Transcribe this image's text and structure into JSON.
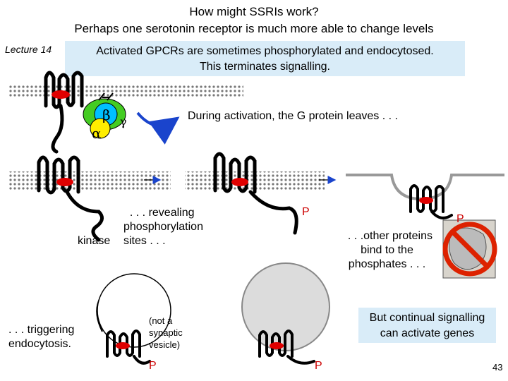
{
  "title_line1": "How might SSRIs work?",
  "title_line2": "Perhaps one serotonin receptor is much more able to change levels",
  "lecture": "Lecture 14",
  "banner_line1": "Activated GPCRs are sometimes phosphorylated and endocytosed.",
  "banner_line2": "This terminates signalling.",
  "g_protein": {
    "alpha": "α",
    "beta": "β",
    "gamma": "γ"
  },
  "activation_text": "During activation, the G protein leaves . . .",
  "revealing": [
    "  . . . revealing",
    "phosphorylation",
    "sites . . ."
  ],
  "kinase": "kinase",
  "other_proteins": [
    "  . . .other proteins",
    "bind to the",
    "phosphates . . ."
  ],
  "triggering": [
    ". . . triggering",
    "endocytosis."
  ],
  "not_synaptic": [
    "(not a",
    "synaptic",
    "vesicle)"
  ],
  "callout": [
    "But continual signalling",
    "can activate genes"
  ],
  "phosphate_label": "P",
  "page_number": "43",
  "colors": {
    "banner": "#d9ecf8",
    "receptor_site": "#e00000",
    "phosphate": "#cc0000",
    "beta": "#00c0ff",
    "gamma": "#44cc22",
    "alpha": "#ffee00"
  }
}
